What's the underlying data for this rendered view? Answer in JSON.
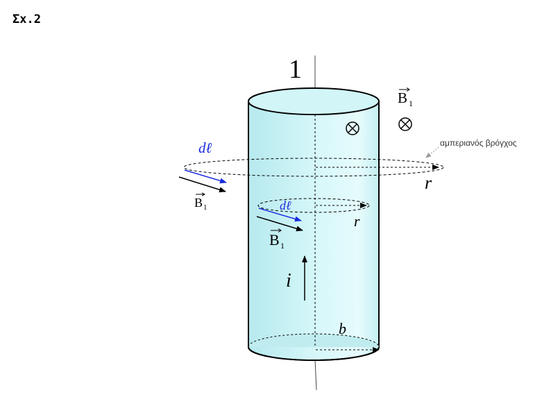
{
  "figure_label": "Σx.2",
  "labels": {
    "axis_number": "1",
    "field_outer": "B",
    "field_outer_subscript": "1",
    "field_outer_left": "B",
    "field_outer_left_subscript": "1",
    "field_inner": "B",
    "field_inner_subscript": "1",
    "dl_outer": "dℓ",
    "dl_inner": "dℓ",
    "radius_outer": "r",
    "radius_inner": "r",
    "current": "i",
    "radius_cylinder": "b",
    "amperian_loop": "αμπεριανός βρόγχος"
  },
  "colors": {
    "cylinder_fill": "#c9f1f4",
    "dl_vector": "#1a2bdc"
  }
}
